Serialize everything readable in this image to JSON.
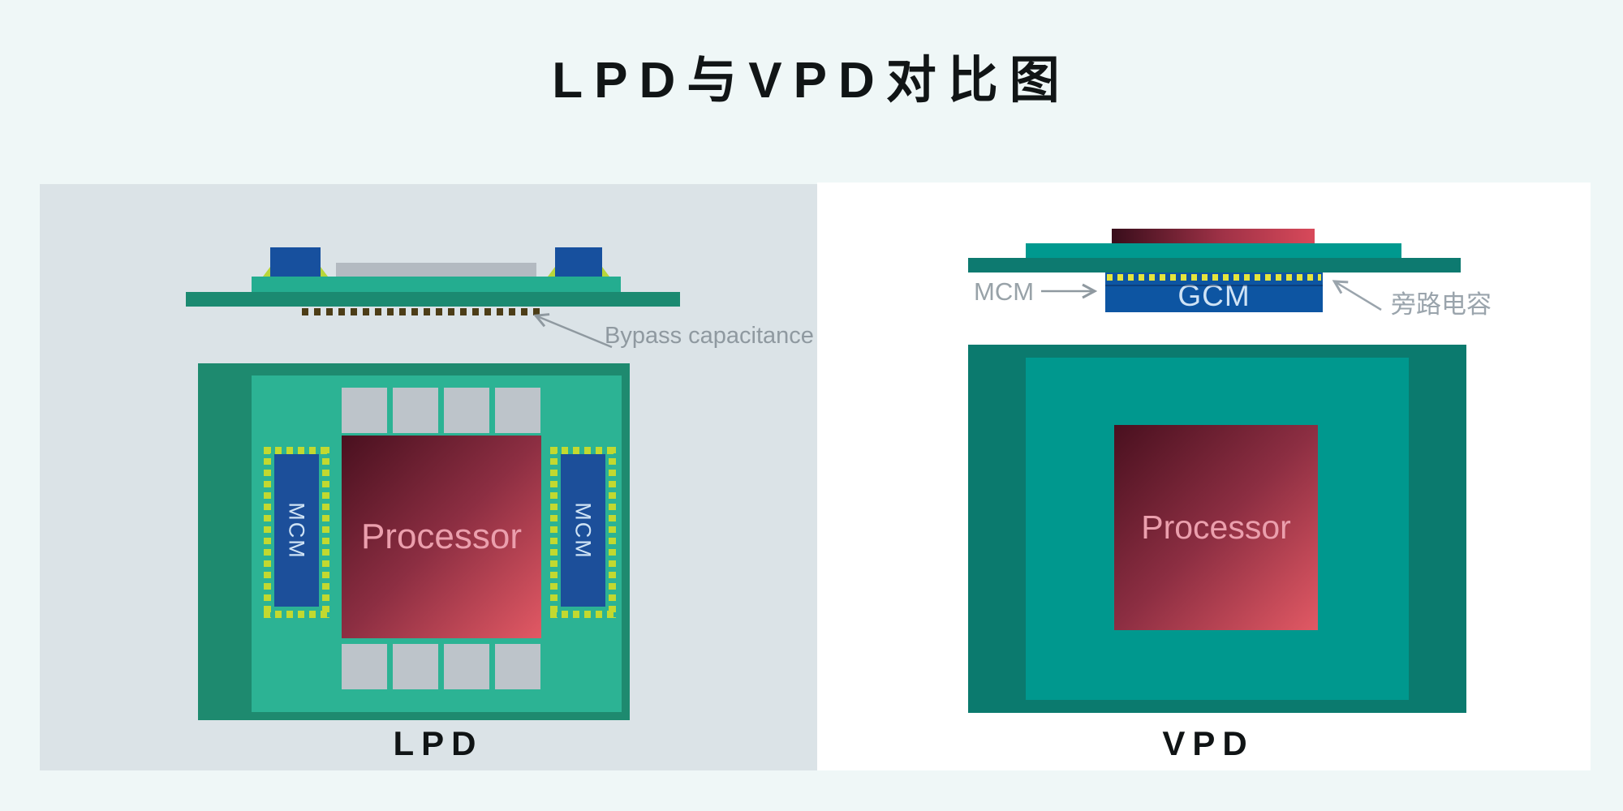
{
  "title": "LPD与VPD对比图",
  "panels": {
    "lpd": {
      "caption": "LPD",
      "side": {
        "bypass_label": "Bypass capacitance"
      },
      "top": {
        "processor": "Processor",
        "mcm_left": "MCM",
        "mcm_right": "MCM"
      }
    },
    "vpd": {
      "caption": "VPD",
      "side": {
        "mcm_label": "MCM",
        "gcm_label": "GCM",
        "bypass_label": "旁路电容"
      },
      "top": {
        "processor": "Processor"
      }
    }
  },
  "colors": {
    "page_bg": "#eff7f7",
    "lpd_panel_bg": "#dbe3e7",
    "vpd_panel_bg": "#ffffff",
    "teal_dark": "#1b8a71",
    "teal_bright": "#2cb394",
    "vpd_teal_dark": "#0b7a6e",
    "vpd_teal_bright": "#00988e",
    "chip_blue": "#17509e",
    "gcm_blue": "#0d55a2",
    "dot_green": "#c2d930",
    "dot_yellow": "#e4e43c",
    "capacitor_dark": "#4c3d17",
    "gray_part": "#bdc4ca",
    "processor_dark": "#49101f",
    "processor_bright": "#e25964",
    "processor_text": "#eb9fad",
    "annotation_gray": "#8f99a0",
    "text_dark": "#111516"
  }
}
